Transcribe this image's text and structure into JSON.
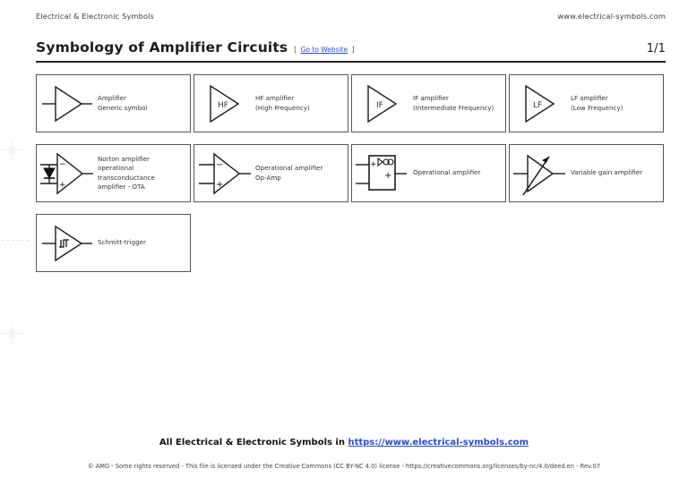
{
  "header": {
    "left_text": "Electrical & Electronic Symbols",
    "right_text": "www.electrical-symbols.com"
  },
  "title": {
    "text": "Symbology of Amplifier Circuits",
    "link_open_bracket": "[",
    "link_label": "Go to Website",
    "link_close_bracket": "]",
    "page_number": "1/1"
  },
  "symbols": [
    {
      "icon": "amplifier-triangle-icon",
      "label": "Amplifier\nGeneric symbol",
      "inner_text": ""
    },
    {
      "icon": "hf-amplifier-triangle-icon",
      "label": "HF amplifier\n(High Frequency)",
      "inner_text": "HF"
    },
    {
      "icon": "if-amplifier-triangle-icon",
      "label": "IF amplifier\n(Intermediate Frequency)",
      "inner_text": "IF"
    },
    {
      "icon": "lf-amplifier-triangle-icon",
      "label": "LF amplifier\n(Low Frequency)",
      "inner_text": "LF"
    },
    {
      "icon": "norton-amplifier-ota-icon",
      "label": "Norton amplifier\noperational\ntransconductance\namplifier - OTA",
      "inner_text": ""
    },
    {
      "icon": "operational-amplifier-opamp-icon",
      "label": "Operational amplifier\nOp-Amp",
      "inner_text": ""
    },
    {
      "icon": "operational-amplifier-iec-box-icon",
      "label": "Operational amplifier",
      "inner_text": ""
    },
    {
      "icon": "variable-gain-amplifier-icon",
      "label": "Variable gain amplifier",
      "inner_text": ""
    },
    {
      "icon": "schmitt-trigger-icon",
      "label": "Schmitt-trigger",
      "inner_text": ""
    }
  ],
  "footer": {
    "main_prefix": "All Electrical & Electronic Symbols in ",
    "main_link": "https://www.electrical-symbols.com",
    "legal": "© AMG - Some rights reserved - This file is licensed under the Creative Commons (CC BY-NC 4.0) license - https://creativecommons.org/licenses/by-nc/4.0/deed.en - Rev.07"
  },
  "colors": {
    "link": "#2b4fc4",
    "rule": "#222222",
    "card_border": "#555555",
    "text": "#333333"
  }
}
